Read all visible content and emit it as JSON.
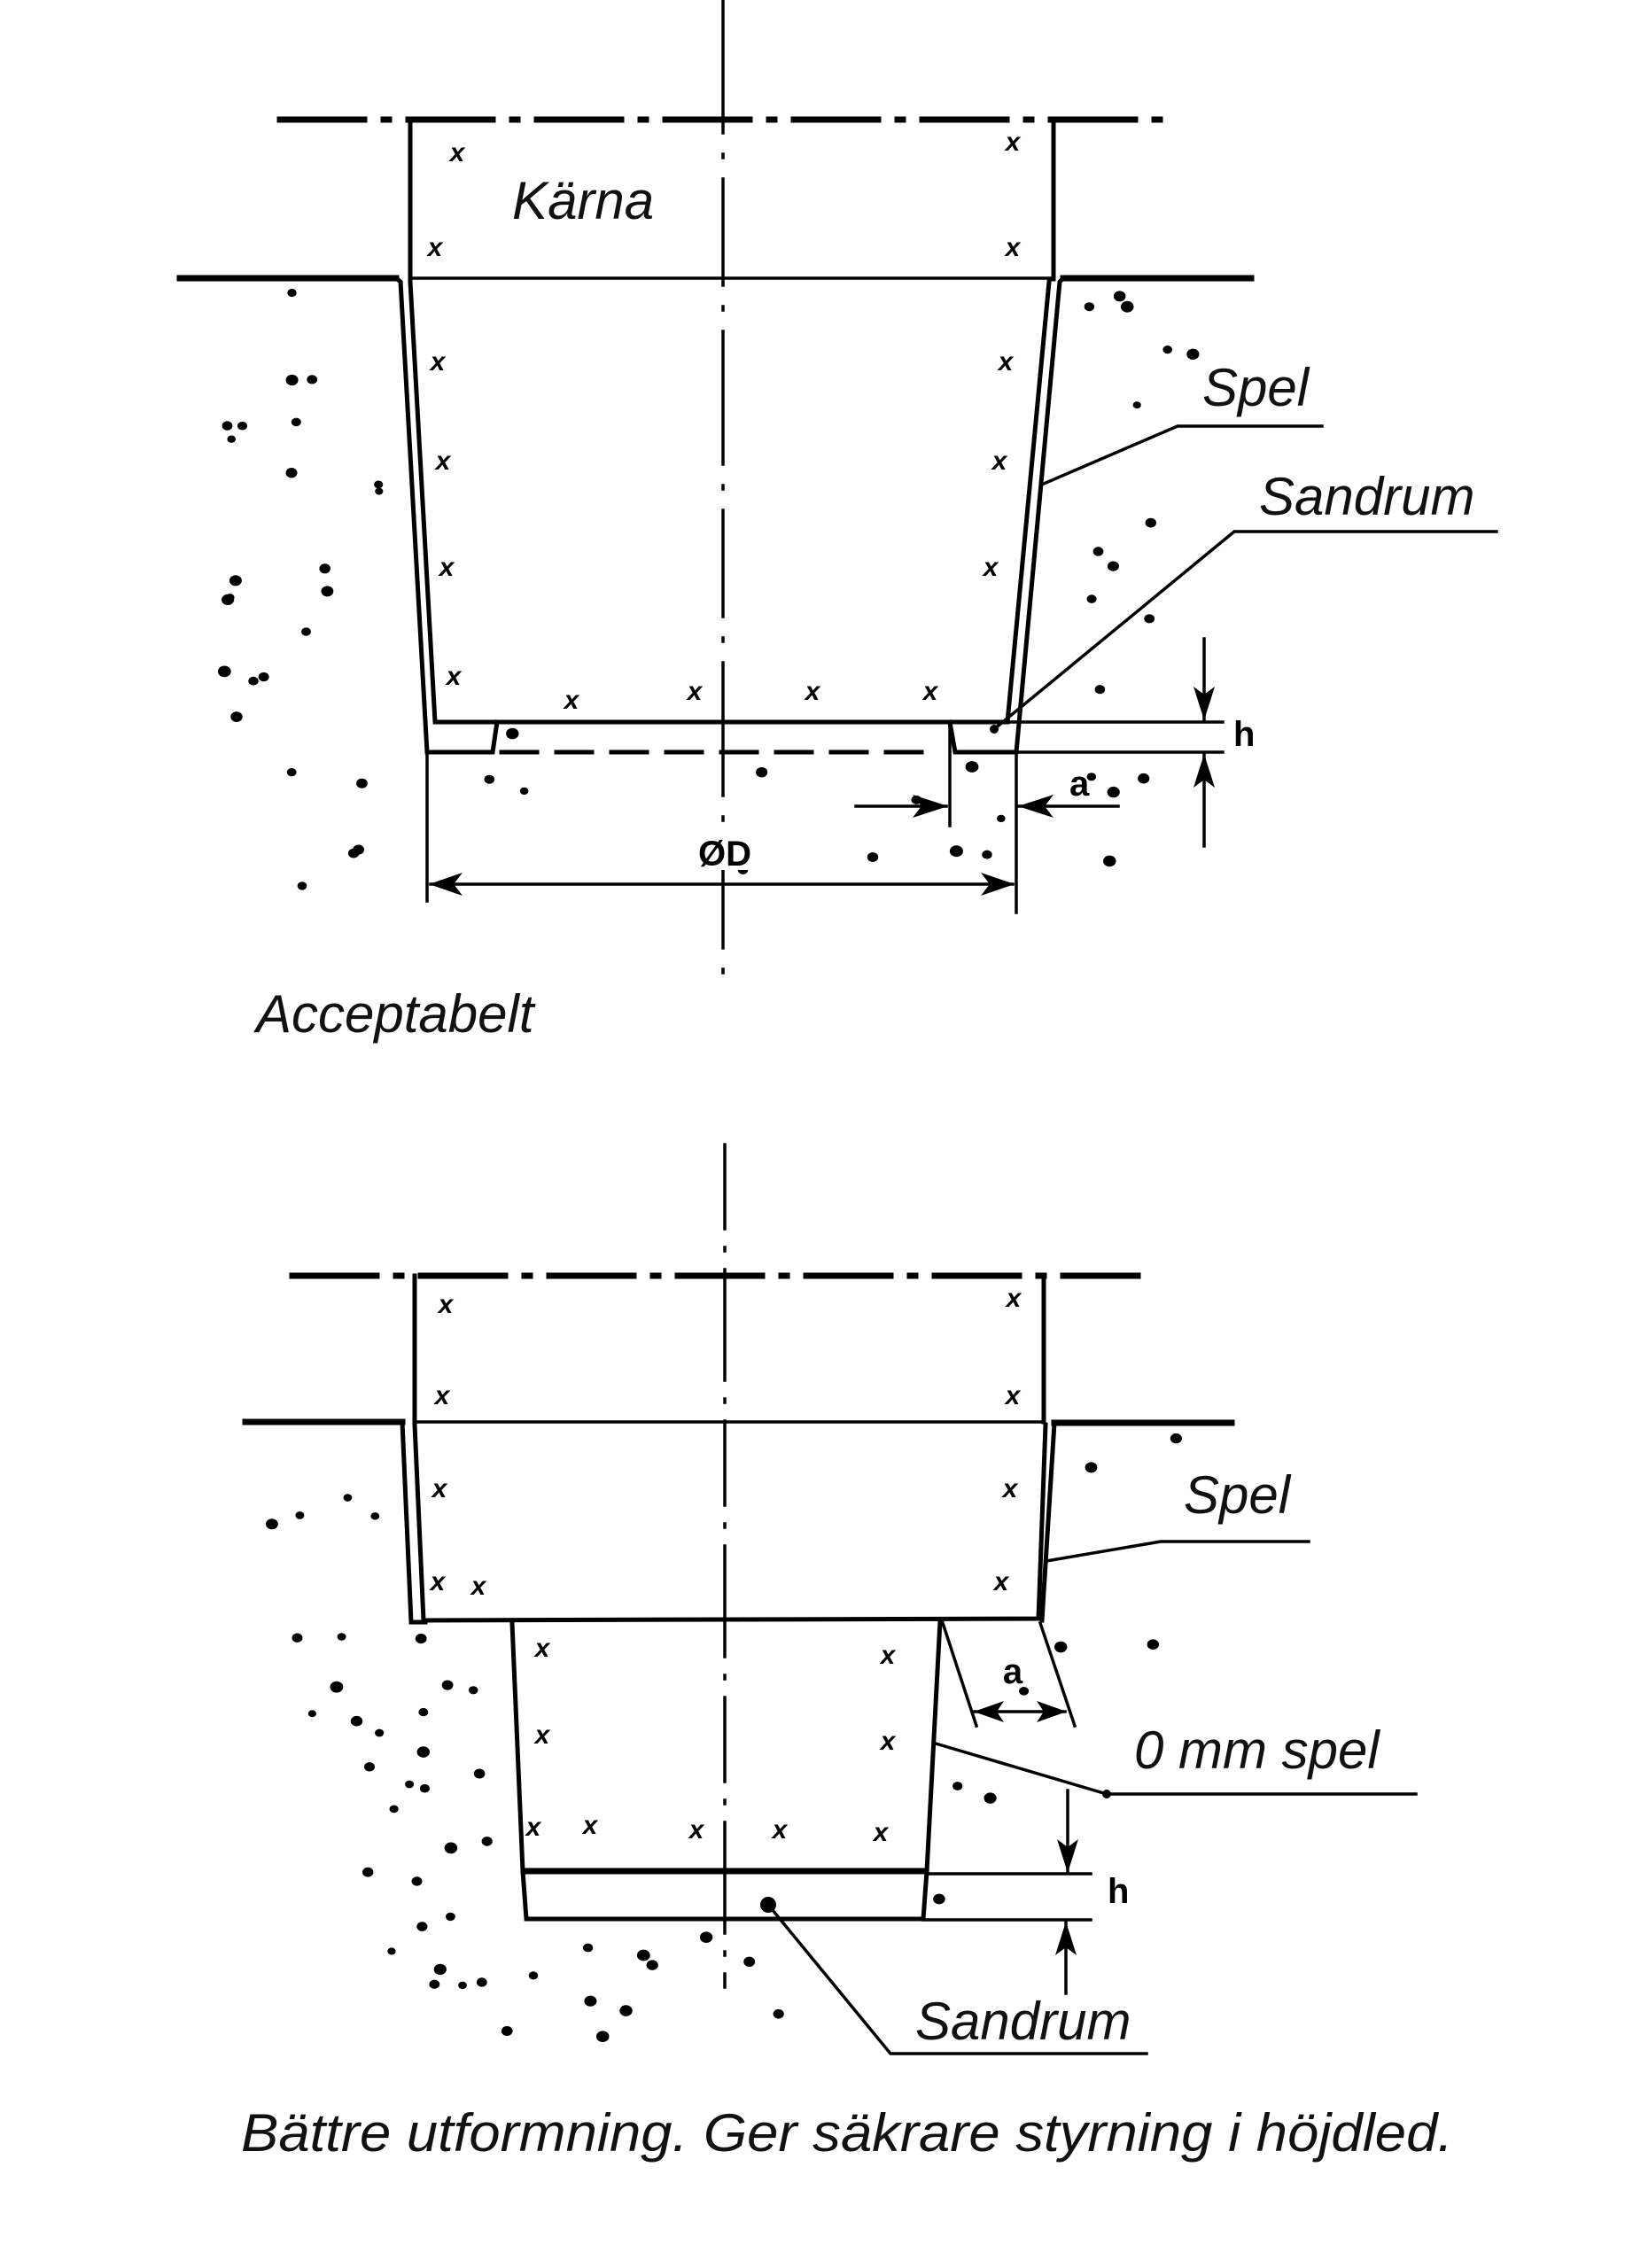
{
  "figure": {
    "top_diagram": {
      "name": "Acceptabelt",
      "labels": {
        "core": "Kärna",
        "clearance": "Spel",
        "sand_pocket": "Sandrum",
        "height_dim": "h",
        "offset_dim": "a",
        "diameter_dim": "ØD",
        "caption": "Acceptabelt"
      }
    },
    "bottom_diagram": {
      "name": "Bättre utformning",
      "labels": {
        "clearance": "Spel",
        "offset_dim": "a",
        "zero_clearance": "0 mm spel",
        "height_dim": "h",
        "sand_pocket": "Sandrum",
        "caption": "Bättre utformning. Ger säkrare styrning i höjdled."
      }
    },
    "marker_glyph": "x",
    "colors": {
      "ink": "#000000",
      "paper": "#ffffff"
    }
  }
}
